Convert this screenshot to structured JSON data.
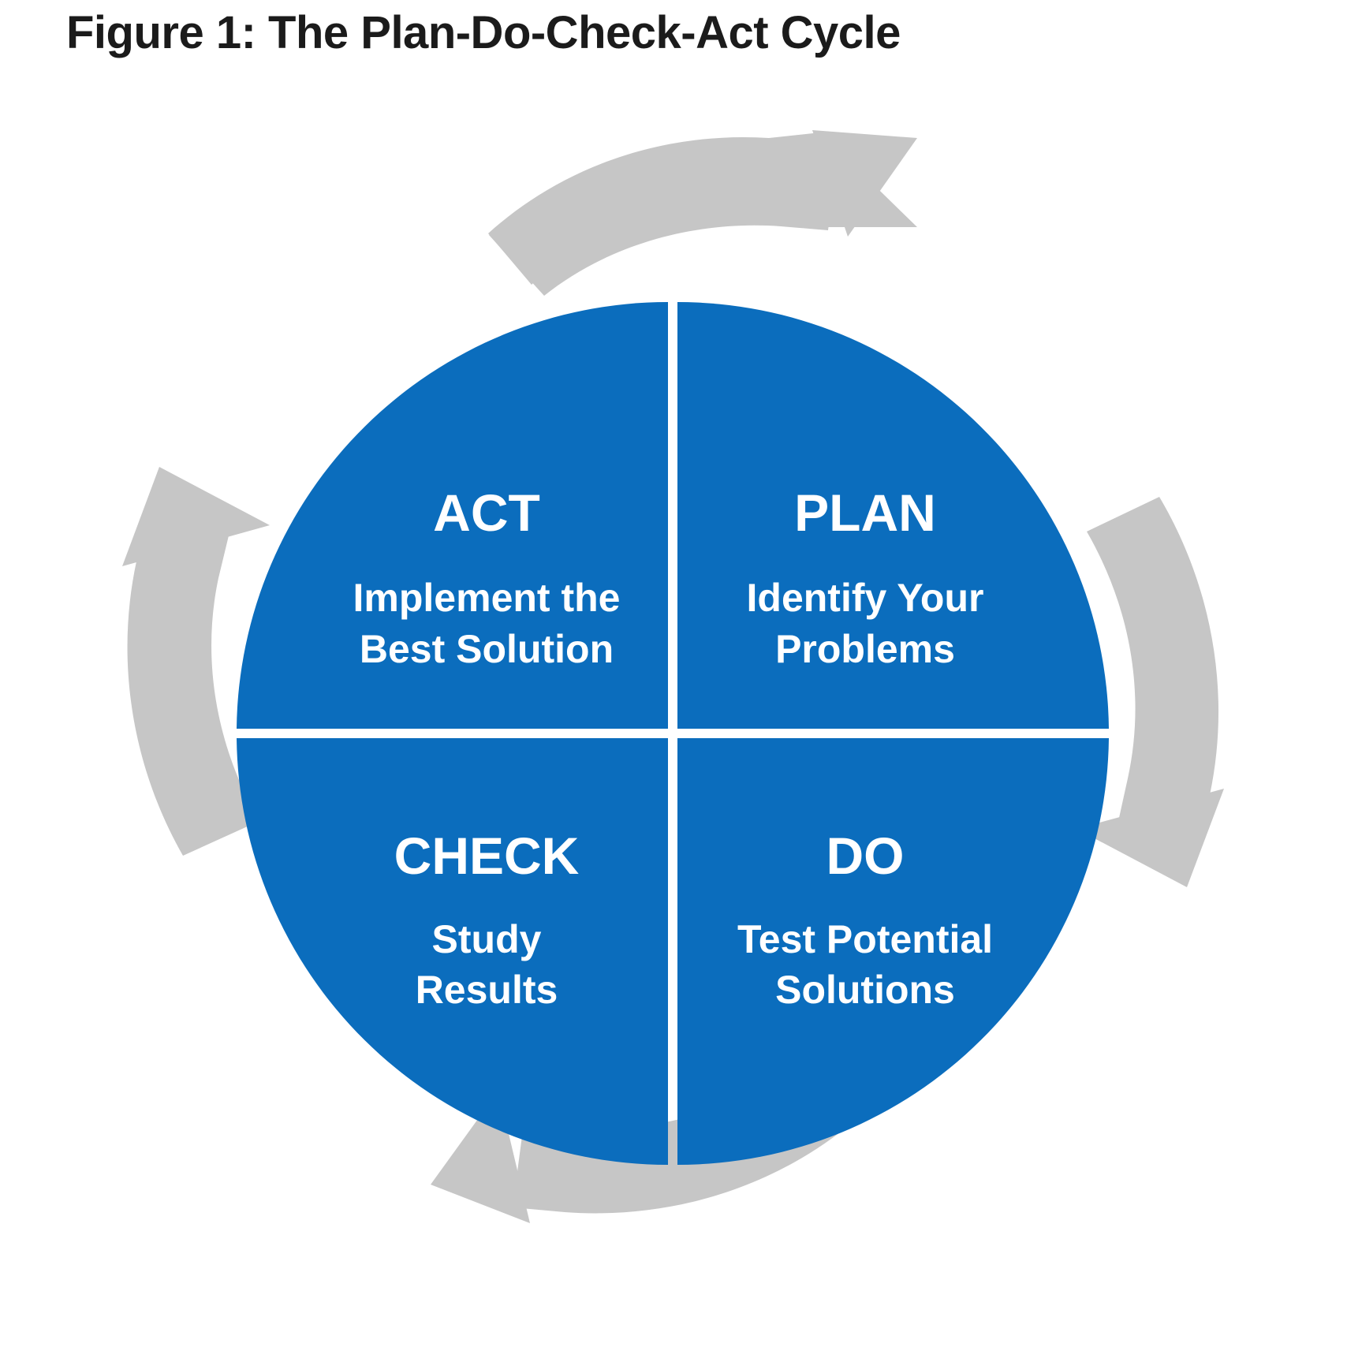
{
  "figure": {
    "title": "Figure 1: The Plan-Do-Check-Act Cycle"
  },
  "colors": {
    "wheel_blue": "#0B6DBD",
    "arrow_gray": "#C6C6C6",
    "divider_white": "#FFFFFF",
    "title_black": "#1B1B1B",
    "background": "#FFFFFF"
  },
  "chart_data": {
    "type": "pie",
    "title": "Figure 1: The Plan-Do-Check-Act Cycle",
    "categories": [
      "PLAN",
      "DO",
      "CHECK",
      "ACT"
    ],
    "values": [
      25,
      25,
      25,
      25
    ],
    "legend": "none",
    "grid": false,
    "annotations": [
      "Clockwise rotation arrows between quadrants"
    ]
  },
  "cycle": {
    "quadrants": [
      {
        "id": "plan",
        "position": "top-right",
        "label": "PLAN",
        "description_line1": "Identify Your",
        "description_line2": "Problems"
      },
      {
        "id": "do",
        "position": "bottom-right",
        "label": "DO",
        "description_line1": "Test Potential",
        "description_line2": "Solutions"
      },
      {
        "id": "check",
        "position": "bottom-left",
        "label": "CHECK",
        "description_line1": "Study",
        "description_line2": "Results"
      },
      {
        "id": "act",
        "position": "top-left",
        "label": "ACT",
        "description_line1": "Implement the",
        "description_line2": "Best Solution"
      }
    ],
    "arrows": [
      {
        "id": "arrow-top",
        "direction": "clockwise-right",
        "icon": "curved-arrow-icon"
      },
      {
        "id": "arrow-right",
        "direction": "clockwise-down",
        "icon": "curved-arrow-icon"
      },
      {
        "id": "arrow-bottom",
        "direction": "clockwise-left",
        "icon": "curved-arrow-icon"
      },
      {
        "id": "arrow-left",
        "direction": "clockwise-up",
        "icon": "curved-arrow-icon"
      }
    ]
  }
}
